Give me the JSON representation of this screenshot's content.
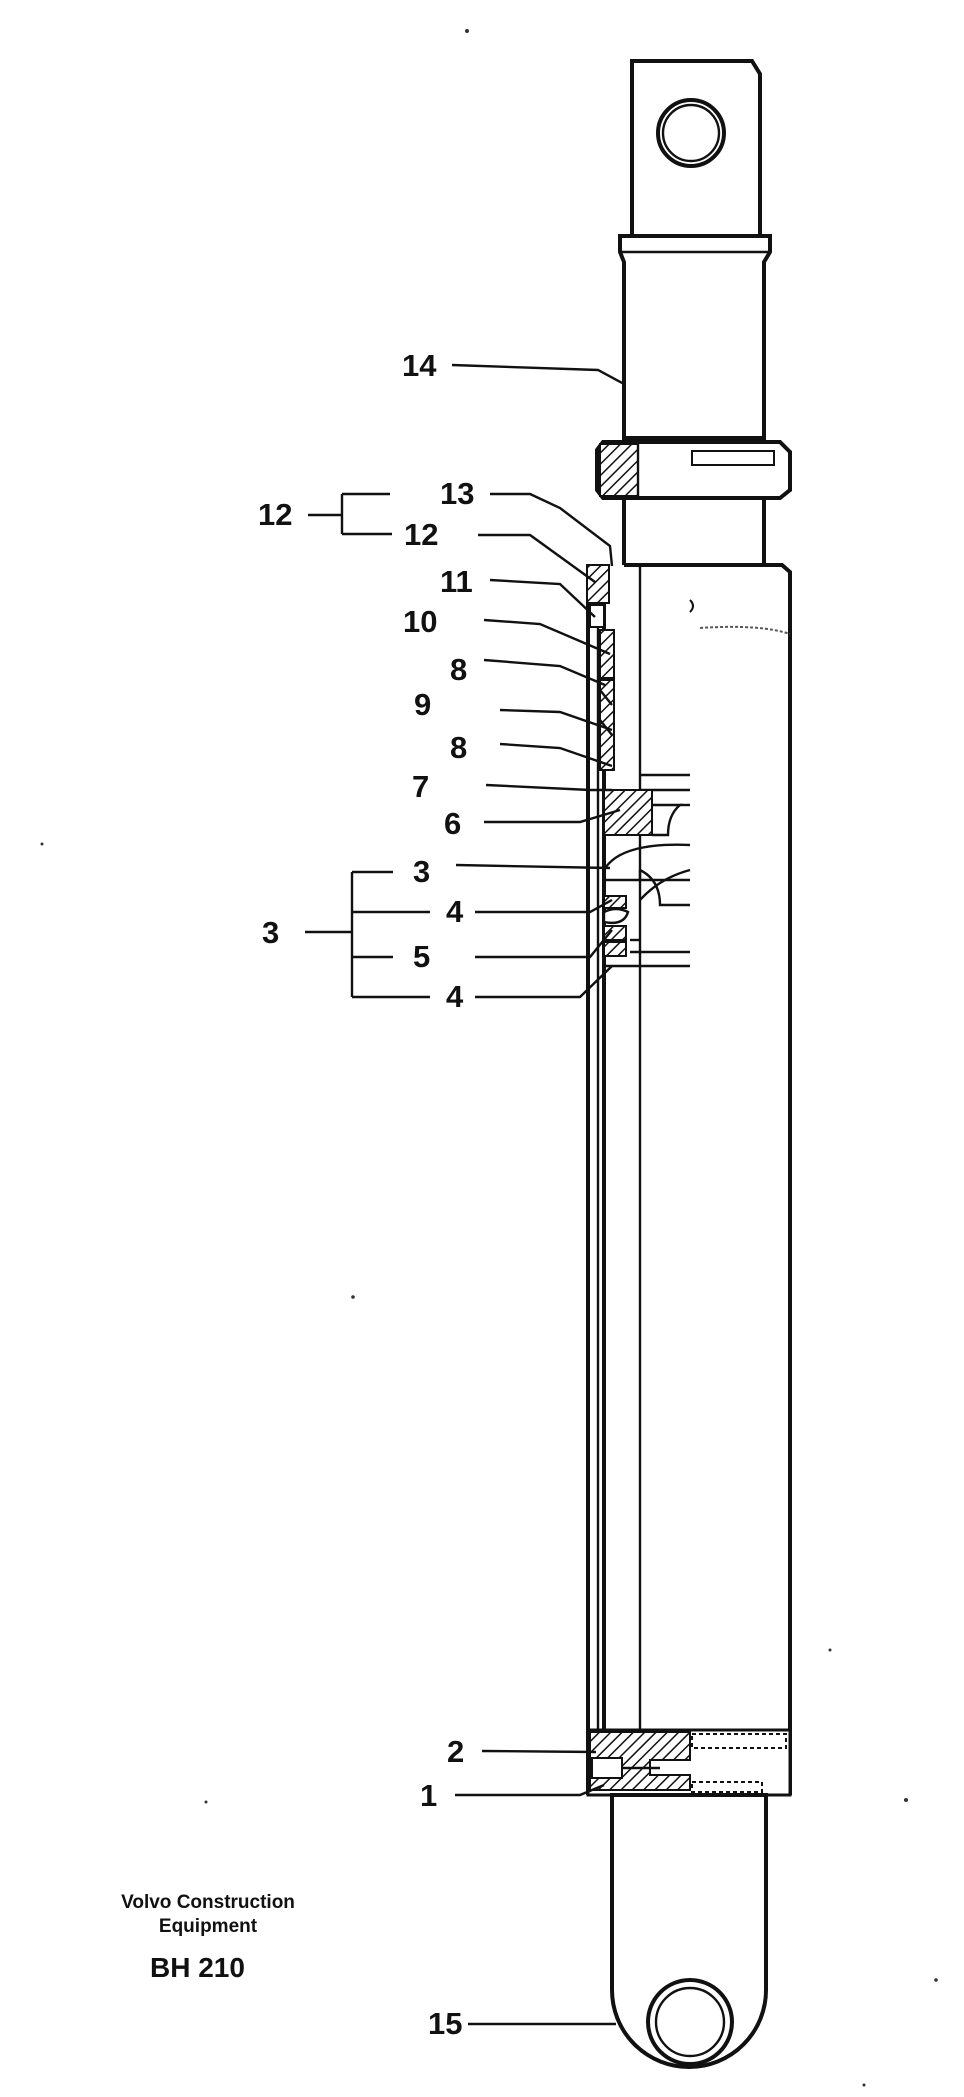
{
  "labels": {
    "l1": "1",
    "l2": "2",
    "l3a": "3",
    "l3b": "3",
    "l4a": "4",
    "l4b": "4",
    "l5": "5",
    "l6": "6",
    "l7": "7",
    "l8a": "8",
    "l8b": "8",
    "l9": "9",
    "l10": "10",
    "l11": "11",
    "l12a": "12",
    "l12b": "12",
    "l13": "13",
    "l14": "14",
    "l15": "15"
  },
  "footer": {
    "brand_line1": "Volvo Construction",
    "brand_line2": "Equipment",
    "model": "BH 210"
  }
}
